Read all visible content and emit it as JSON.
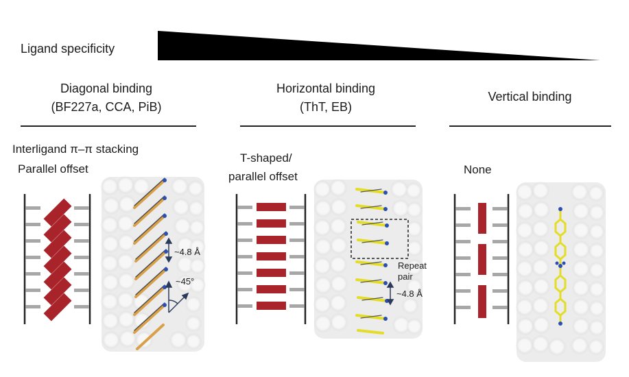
{
  "header": {
    "specificity_label": "Ligand specificity",
    "wedge_color": "#000000"
  },
  "columns": [
    {
      "title_line1": "Diagonal binding",
      "title_line2": "(BF227a, CCA, PiB)",
      "stacking_heading": "Interligand π–π stacking",
      "stacking_type": "Parallel offset",
      "annotations": {
        "spacing": "~4.8 Å",
        "angle": "~45°"
      }
    },
    {
      "title_line1": "Horizontal binding",
      "title_line2": "(ThT, EB)",
      "stacking_type_line1": "T-shaped/",
      "stacking_type_line2": "parallel offset",
      "annotations": {
        "repeat_line1": "Repeat",
        "repeat_line2": "pair",
        "spacing": "~4.8 Å"
      }
    },
    {
      "title_line1": "Vertical binding",
      "stacking_type": "None"
    }
  ],
  "colors": {
    "ligand_block": "#a8232a",
    "strand_rung": "#a7a7a7",
    "fibril_surface": "#e9e9e9",
    "ligand_stick_orange": "#d9a04a",
    "ligand_stick_yellow": "#e3dd2a",
    "nitrogen_blue": "#2a4fb0"
  }
}
